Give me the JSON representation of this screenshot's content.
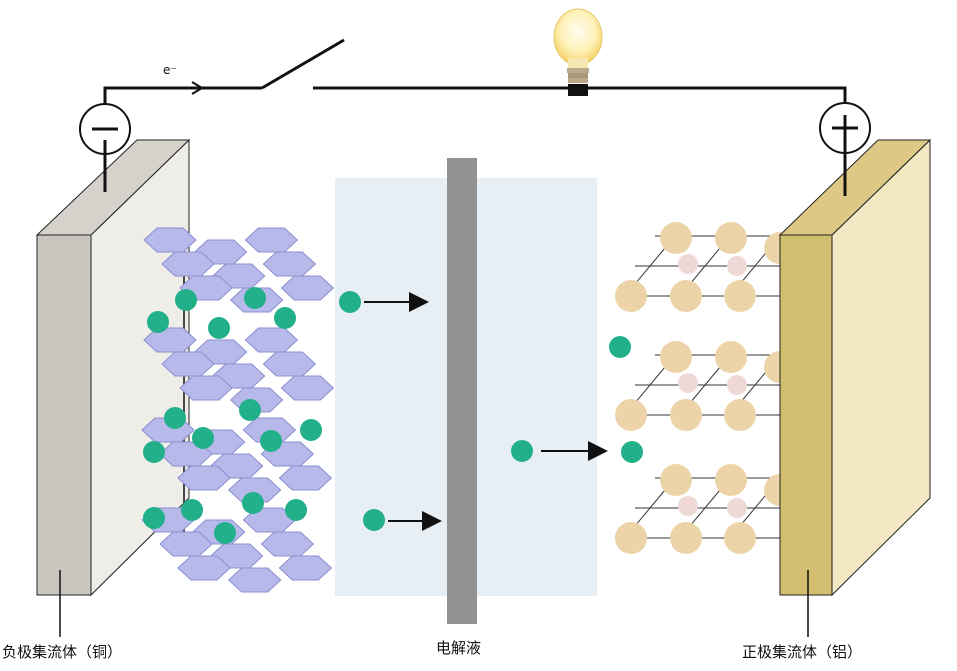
{
  "labels": {
    "negative_collector": "负极集流体（铜）",
    "electrolyte": "电解液",
    "positive_collector": "正极集流体（铝）",
    "electron": "e⁻"
  },
  "icons": {
    "minus_terminal": "minus-icon",
    "plus_terminal": "plus-icon",
    "bulb": "light-bulb-icon",
    "switch": "switch-icon"
  },
  "colors": {
    "lithium_ion": "#21b08a",
    "graphene": "#b7b9ea",
    "graphene_stroke": "#8b8fd0",
    "cathode_atom": "#ecd3a8",
    "cathode_atom_small": "#efd9d6",
    "neg_collector_front": "#c9c6bf",
    "neg_collector_face": "#efede8",
    "pos_collector_front": "#d2be6f",
    "pos_collector_face": "#f3e8c3",
    "electrolyte_bg": "#e8eff4",
    "separator": "#929292"
  }
}
